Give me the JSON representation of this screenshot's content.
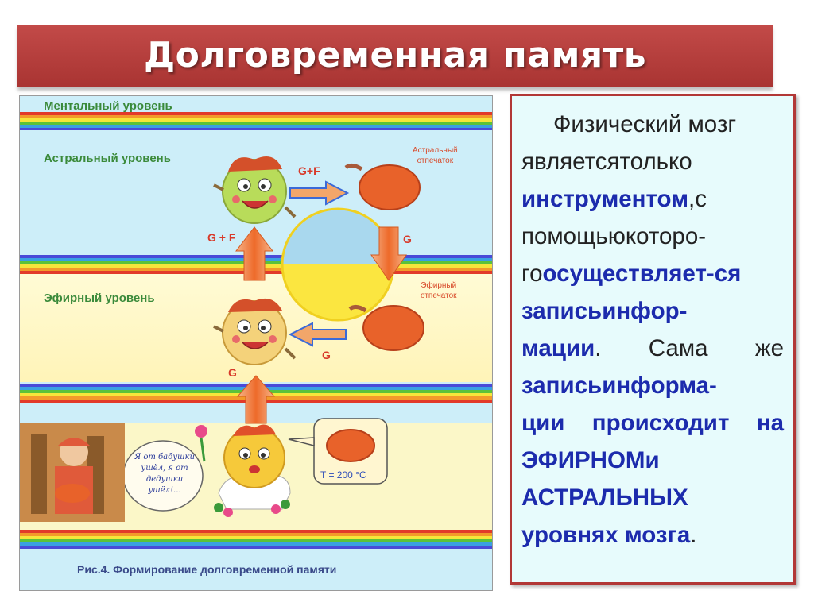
{
  "title": "Долговременная память",
  "figure": {
    "level_mental": "Ментальный уровень",
    "level_astral": "Астральный уровень",
    "level_ether": "Эфирный уровень",
    "astral_imprint": [
      "Астральный",
      "отпечаток"
    ],
    "ether_imprint": [
      "Эфирный",
      "отпечаток"
    ],
    "gf_top": "G+F",
    "gf_left": "G + F",
    "g_right": "G",
    "g_middle": "G",
    "g_left": "G",
    "speech": [
      "Я от бабушки",
      "ушёл, я от",
      "дедушки",
      "ушёл!..."
    ],
    "temperature": "T = 200 °C",
    "caption": "Рис.4. Формирование долговременной памяти"
  },
  "text": {
    "p1": "Физический мозг",
    "p2a": "является",
    "p2b": "только",
    "p3a": "инструментом",
    "p3b": ",",
    "p3c": "с",
    "p4a": "помощью",
    "p4b": "которо-",
    "p5a": "го",
    "p5b": "осуществляет-ся",
    "p6a": "запись",
    "p6b": "инфор-",
    "p7a": "мации",
    "p7b": ". Сама же",
    "p8a": "запись",
    "p8b": "информа-",
    "p9": "ции происходит на",
    "p10a": "ЭФИРНОМ",
    "p10b": "и",
    "p11": "АСТРАЛЬНЫХ",
    "p12a": "уровнях мозга",
    "p12b": "."
  },
  "colors": {
    "title_bg": "#b03a38",
    "highlight": "#1c2bad",
    "panel_bg": "#e7fbfc",
    "panel_border": "#b23736"
  }
}
